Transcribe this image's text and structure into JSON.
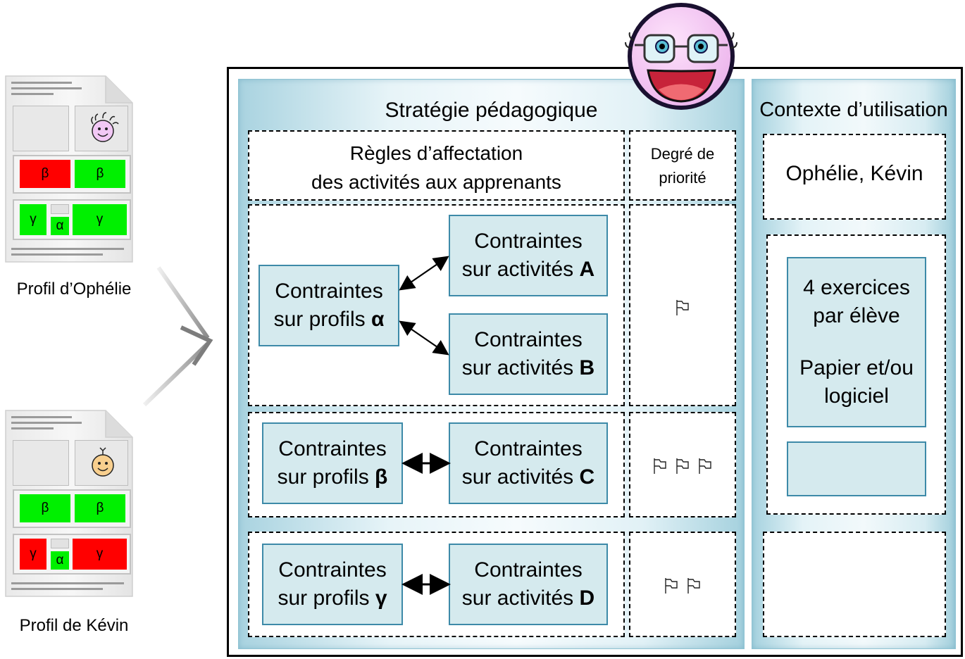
{
  "profiles": [
    {
      "caption": "Profil d’Ophélie",
      "row1": [
        {
          "label": "β",
          "color": "#ff0000"
        },
        {
          "label": "β",
          "color": "#00f000"
        }
      ],
      "row2": [
        {
          "label": "γ",
          "color": "#00f000"
        },
        {
          "label": "α",
          "color": "#00f000"
        },
        {
          "label": "γ",
          "color": "#00f000"
        }
      ],
      "avatar": "girl-face-icon"
    },
    {
      "caption": "Profil de Kévin",
      "row1": [
        {
          "label": "β",
          "color": "#00f000"
        },
        {
          "label": "β",
          "color": "#00f000"
        }
      ],
      "row2": [
        {
          "label": "γ",
          "color": "#ff0000"
        },
        {
          "label": "α",
          "color": "#00f000"
        },
        {
          "label": "γ",
          "color": "#ff0000"
        }
      ],
      "avatar": "boy-face-icon"
    }
  ],
  "strategy": {
    "title": "Stratégie pédagogique",
    "rules_header": [
      "Règles d’affectation",
      "des activités aux apprenants"
    ],
    "priority_header": [
      "Degré de",
      "priorité"
    ],
    "rows": [
      {
        "profile_box": {
          "text": "Contraintes",
          "prefix": "sur profils ",
          "bold": "α"
        },
        "activity_boxes": [
          {
            "text": "Contraintes",
            "prefix": "sur activités ",
            "bold": "A"
          },
          {
            "text": "Contraintes",
            "prefix": "sur activités ",
            "bold": "B"
          }
        ],
        "priority_flags": 1
      },
      {
        "profile_box": {
          "text": "Contraintes",
          "prefix": "sur profils ",
          "bold": "β"
        },
        "activity_boxes": [
          {
            "text": "Contraintes",
            "prefix": "sur activités ",
            "bold": "C"
          }
        ],
        "priority_flags": 3
      },
      {
        "profile_box": {
          "text": "Contraintes",
          "prefix": "sur profils ",
          "bold": "γ"
        },
        "activity_boxes": [
          {
            "text": "Contraintes",
            "prefix": "sur activités ",
            "bold": "D"
          }
        ],
        "priority_flags": 2
      }
    ]
  },
  "context": {
    "title": "Contexte d’utilisation",
    "learners": "Ophélie, Kévin",
    "settings": [
      "4 exercices",
      "par élève",
      "Papier et/ou",
      "logiciel"
    ]
  },
  "colors": {
    "accent_border": "#3d8aa8",
    "box_fill": "#d5eaee",
    "red": "#ff0000",
    "green": "#00f000"
  },
  "icons": [
    "teacher-face-icon",
    "flag-icon",
    "arrow-icon"
  ]
}
